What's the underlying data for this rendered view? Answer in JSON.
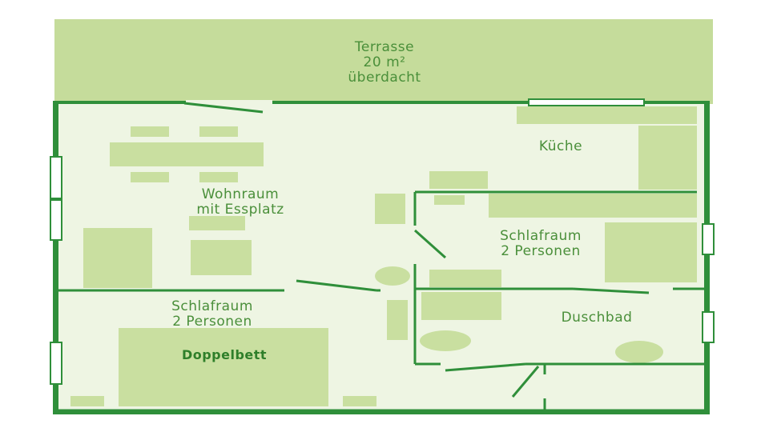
{
  "rooms": {
    "terrace": {
      "name": "Terrasse",
      "area": "20 m²",
      "note": "überdacht"
    },
    "living": {
      "line1": "Wohnraum",
      "line2": "mit Essplatz"
    },
    "kitchen": {
      "name": "Küche"
    },
    "bedroom_right": {
      "line1": "Schlafraum",
      "line2": "2 Personen"
    },
    "bedroom_left": {
      "line1": "Schlafraum",
      "line2": "2 Personen"
    },
    "double_bed": {
      "name": "Doppelbett"
    },
    "shower": {
      "name": "Duschbad"
    }
  },
  "colors": {
    "terrace": "#c5dc9b",
    "floor": "#eef5e3",
    "furniture": "#c9dfa0",
    "wall": "#2f8f3a",
    "label": "#4a8f3a"
  }
}
